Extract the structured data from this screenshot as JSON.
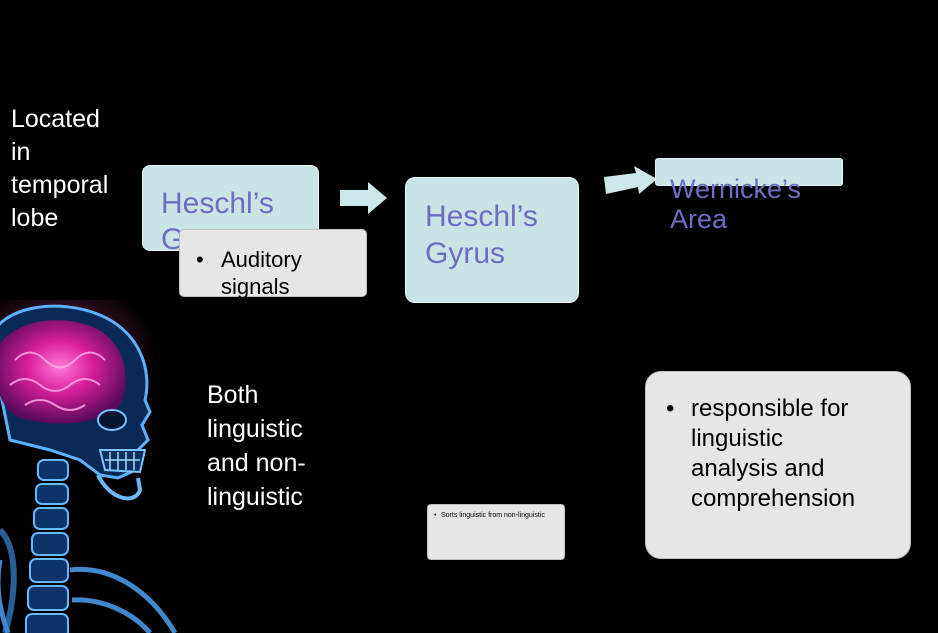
{
  "left_note": [
    "Located",
    "in",
    "temporal",
    "lobe"
  ],
  "nodes": {
    "first": [
      "Heschl’s",
      "Gyrus"
    ],
    "second": [
      "Heschl’s",
      "Gyrus"
    ],
    "third": [
      "Wernicke’s",
      "Area"
    ]
  },
  "details": {
    "first": [
      "Auditory",
      "signals"
    ],
    "second": "Sorts linguistic from non-linguistic",
    "third": [
      "responsible for",
      "linguistic",
      "analysis and",
      "comprehension"
    ]
  },
  "both_note": [
    "Both",
    "linguistic",
    "and non-",
    "linguistic"
  ],
  "bullet": "•",
  "colors": {
    "node_fill": "#c8e4e4",
    "node_text": "#6f6cc4",
    "detail_fill": "#e6e6e6",
    "arrow": "#cde8e8"
  },
  "icons": {
    "skull": "skull-xray-image",
    "arrow": "right-arrow-icon"
  }
}
